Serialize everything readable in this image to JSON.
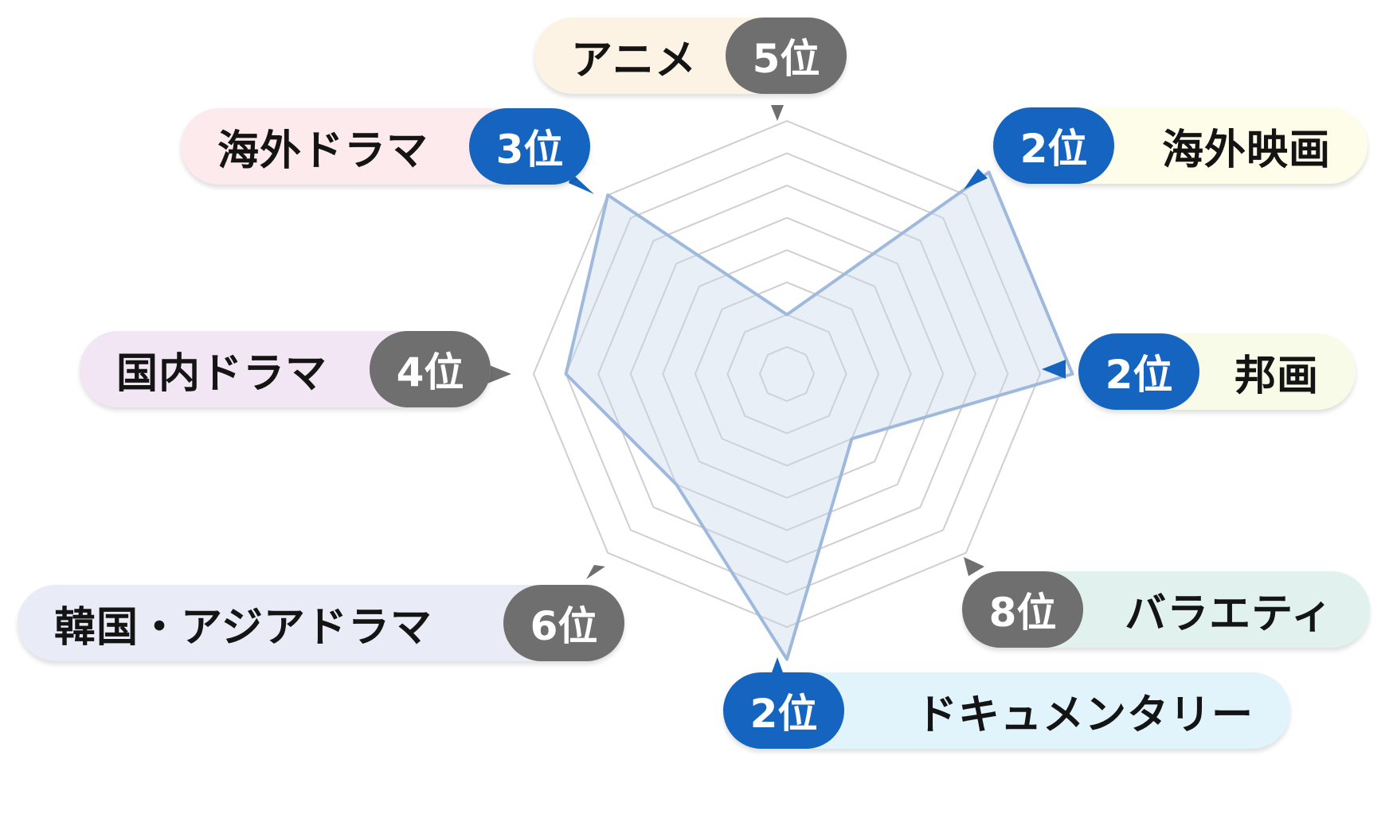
{
  "chart_data": {
    "type": "radar",
    "axis_max": 8,
    "rings": 8,
    "categories": [
      {
        "name": "アニメ",
        "rank": "5位",
        "value": 0,
        "bg": "#fdf3e4",
        "rank_color": "gray"
      },
      {
        "name": "海外映画",
        "rank": "2位",
        "value": 7,
        "bg": "#fdfde9",
        "rank_color": "blue"
      },
      {
        "name": "邦画",
        "rank": "2位",
        "value": 7,
        "bg": "#f8fbe8",
        "rank_color": "blue"
      },
      {
        "name": "バラエティ",
        "rank": "8位",
        "value": 1,
        "bg": "#e1f2ee",
        "rank_color": "gray"
      },
      {
        "name": "ドキュメンタリー",
        "rank": "2位",
        "value": 7,
        "bg": "#e1f3fb",
        "rank_color": "blue"
      },
      {
        "name": "韓国・アジアドラマ",
        "rank": "6位",
        "value": 3,
        "bg": "#e9ebf6",
        "rank_color": "gray"
      },
      {
        "name": "国内ドラマ",
        "rank": "4位",
        "value": 5,
        "bg": "#f3e6f4",
        "rank_color": "gray"
      },
      {
        "name": "海外ドラマ",
        "rank": "3位",
        "value": 6,
        "bg": "#fdeaed",
        "rank_color": "blue"
      }
    ],
    "colors": {
      "series_fill": "#c9d6ec",
      "series_stroke": "#9fb9dd",
      "grid": "#cfcfcf",
      "rank_blue": "#1565c0",
      "rank_gray": "#6f6f6f"
    }
  }
}
